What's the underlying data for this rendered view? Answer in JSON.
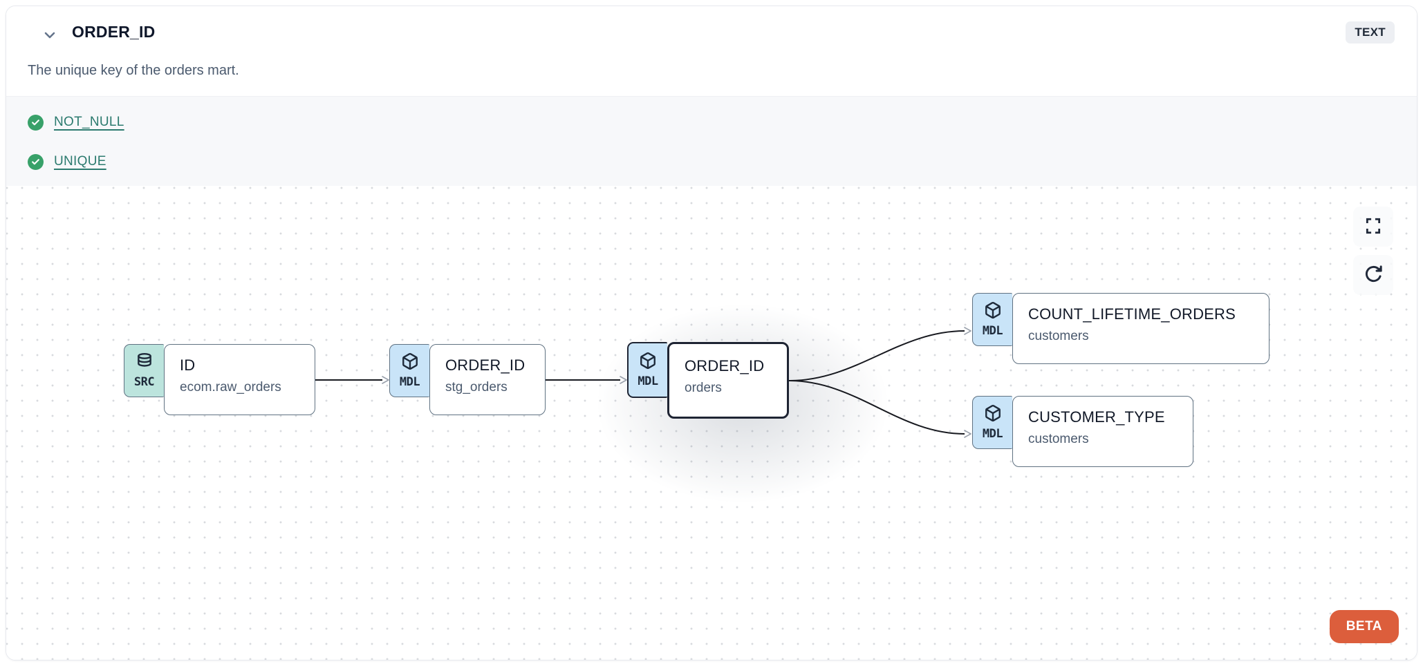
{
  "header": {
    "title": "ORDER_ID",
    "type_badge": "TEXT",
    "description": "The unique key of the orders mart."
  },
  "tests": [
    {
      "label": "NOT_NULL",
      "status": "pass"
    },
    {
      "label": "UNIQUE",
      "status": "pass"
    }
  ],
  "lineage": {
    "nodes": [
      {
        "badge": "SRC",
        "icon": "database-icon",
        "title": "ID",
        "subtitle": "ecom.raw_orders",
        "selected": false
      },
      {
        "badge": "MDL",
        "icon": "cube-icon",
        "title": "ORDER_ID",
        "subtitle": "stg_orders",
        "selected": false
      },
      {
        "badge": "MDL",
        "icon": "cube-icon",
        "title": "ORDER_ID",
        "subtitle": "orders",
        "selected": true
      },
      {
        "badge": "MDL",
        "icon": "cube-icon",
        "title": "COUNT_LIFETIME_ORDERS",
        "subtitle": "customers",
        "selected": false
      },
      {
        "badge": "MDL",
        "icon": "cube-icon",
        "title": "CUSTOMER_TYPE",
        "subtitle": "customers",
        "selected": false
      }
    ],
    "beta_label": "BETA"
  },
  "colors": {
    "accent_orange": "#dc5e3c",
    "check_green": "#38a169",
    "test_link_teal": "#2b7a6e",
    "src_badge": "#bce4dd",
    "mdl_badge": "#c9e4f8",
    "selected_border": "#1e2433",
    "edge": "#17191f"
  }
}
